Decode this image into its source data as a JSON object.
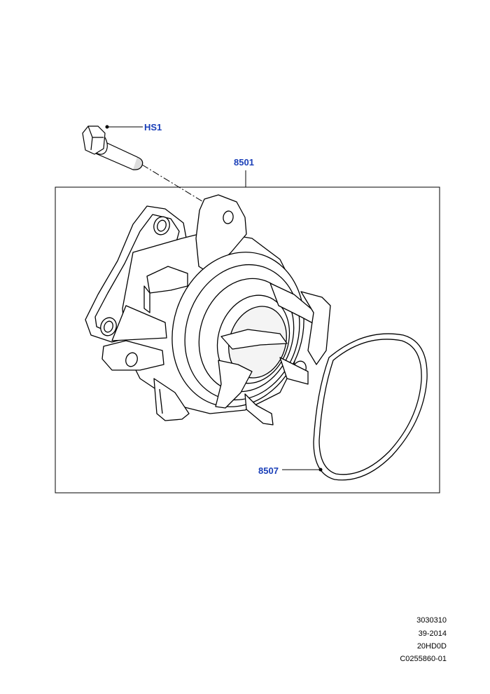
{
  "callouts": {
    "bolt": "HS1",
    "pump_assembly": "8501",
    "gasket": "8507"
  },
  "reference": {
    "line1": "3030310",
    "line2": "39-2014",
    "line3": "20HD0D",
    "line4": "C0255860-01"
  },
  "colors": {
    "callout_text": "#1a3fb8",
    "line": "#000000"
  }
}
